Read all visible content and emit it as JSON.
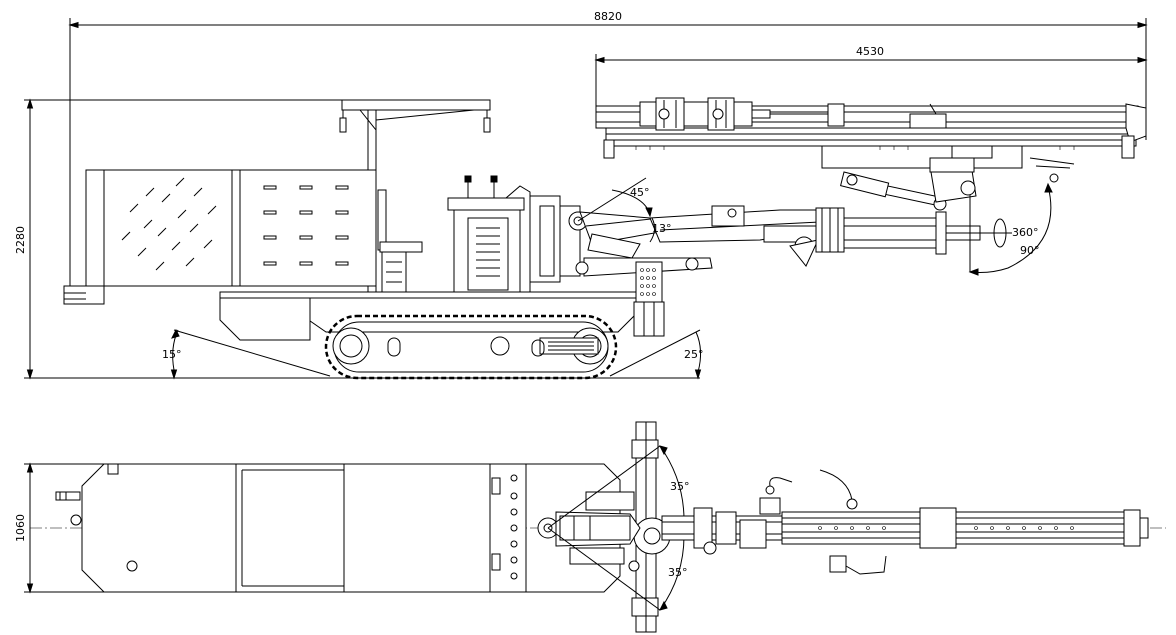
{
  "dimensions": {
    "overall_length": "8820",
    "boom_length": "4530",
    "height": "2280",
    "width": "1060"
  },
  "angles": {
    "rear_approach": "15°",
    "front_approach": "25°",
    "boom_lift": "45°",
    "boom_drop": "13°",
    "rotation_full": "360°",
    "rotation_partial": "90°",
    "swing_left": "35°",
    "swing_right": "35°"
  }
}
